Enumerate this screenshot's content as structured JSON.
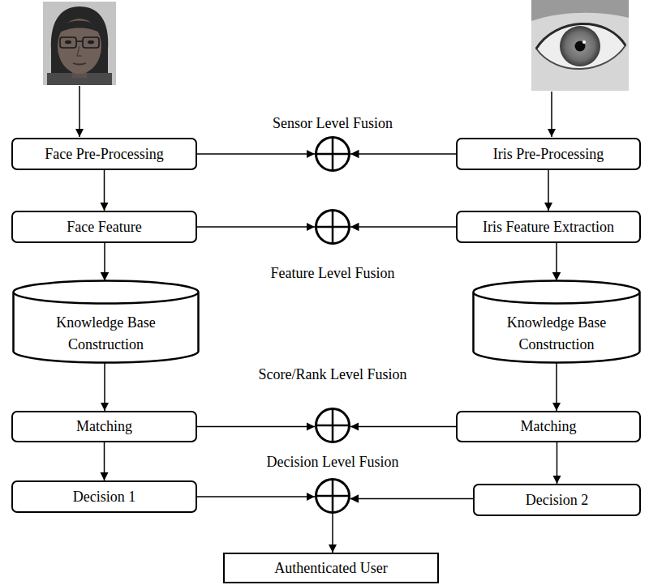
{
  "diagram": {
    "nodes": [
      {
        "text": [
          "Face Pre-Processing"
        ]
      },
      {
        "text": [
          "Sensor Level Fusion"
        ]
      },
      {
        "text": [
          "Iris Pre-Processing"
        ]
      },
      {
        "text": [
          "Face Feature"
        ]
      },
      {
        "text": [
          "Feature Level Fusion"
        ]
      },
      {
        "text": [
          "Iris Feature Extraction"
        ]
      },
      {
        "text": [
          "Knowledge Base Construction"
        ]
      },
      {
        "text": [
          "Knowledge Base Construction"
        ]
      },
      {
        "text": [
          "Matching"
        ]
      },
      {
        "text": [
          "Score/Rank Level Fusion"
        ]
      },
      {
        "text": [
          "Matching"
        ]
      },
      {
        "text": [
          "Decision 1"
        ]
      },
      {
        "text": [
          "Decision Level Fusion"
        ]
      },
      {
        "text": [
          "Decision 2"
        ]
      },
      {
        "text": [
          "Authenticated User"
        ]
      }
    ],
    "edges": [
      {
        "from": 0,
        "to": 1,
        "arrow": "to"
      },
      {
        "from": 2,
        "to": 1,
        "arrow": "to"
      },
      {
        "from": 0,
        "to": 3,
        "arrow": "to"
      },
      {
        "from": 2,
        "to": 5,
        "arrow": "to"
      },
      {
        "from": 3,
        "to": 4,
        "arrow": "to"
      },
      {
        "from": 5,
        "to": 4,
        "arrow": "to"
      },
      {
        "from": 3,
        "to": 6,
        "arrow": "to"
      },
      {
        "from": 5,
        "to": 7,
        "arrow": "to"
      },
      {
        "from": 6,
        "to": 8,
        "arrow": "to"
      },
      {
        "from": 7,
        "to": 10,
        "arrow": "to"
      },
      {
        "from": 8,
        "to": 9,
        "arrow": "to"
      },
      {
        "from": 10,
        "to": 9,
        "arrow": "to"
      },
      {
        "from": 8,
        "to": 11,
        "arrow": "to"
      },
      {
        "from": 10,
        "to": 13,
        "arrow": "to"
      },
      {
        "from": 11,
        "to": 12,
        "arrow": "to"
      },
      {
        "from": 13,
        "to": 12,
        "arrow": "to"
      },
      {
        "from": 12,
        "to": 14,
        "arrow": "to"
      }
    ]
  }
}
